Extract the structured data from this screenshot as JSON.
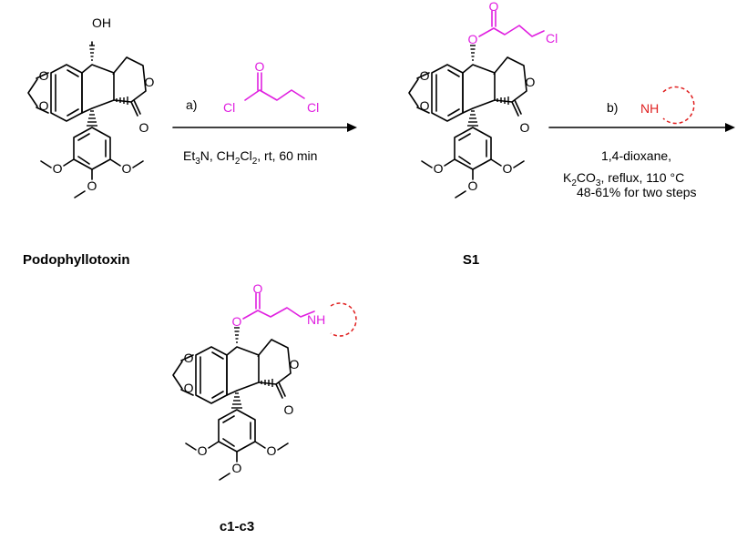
{
  "molecules": {
    "start": {
      "name": "Podophyllotoxin",
      "top_group": "OH"
    },
    "intermediate": {
      "name": "S1",
      "cl": "Cl"
    },
    "product": {
      "name": "c1-c3",
      "nh": "NH"
    }
  },
  "atoms": {
    "o": "O",
    "cl": "Cl",
    "nh": "NH"
  },
  "step_a": {
    "label": "a)",
    "reagent_cl_left": "Cl",
    "reagent_cl_right": "Cl",
    "reagent_o": "O",
    "conditions_line": "Et3N, CH2Cl2, rt, 60 min"
  },
  "step_b": {
    "label": "b)",
    "amine": "NH",
    "conditions": [
      "1,4-dioxane,",
      "K2CO3, reflux, 110  °C",
      "48-61% for two steps"
    ]
  },
  "colors": {
    "highlight": "#e020e0",
    "amine": "#e02020",
    "bond": "#000000"
  }
}
